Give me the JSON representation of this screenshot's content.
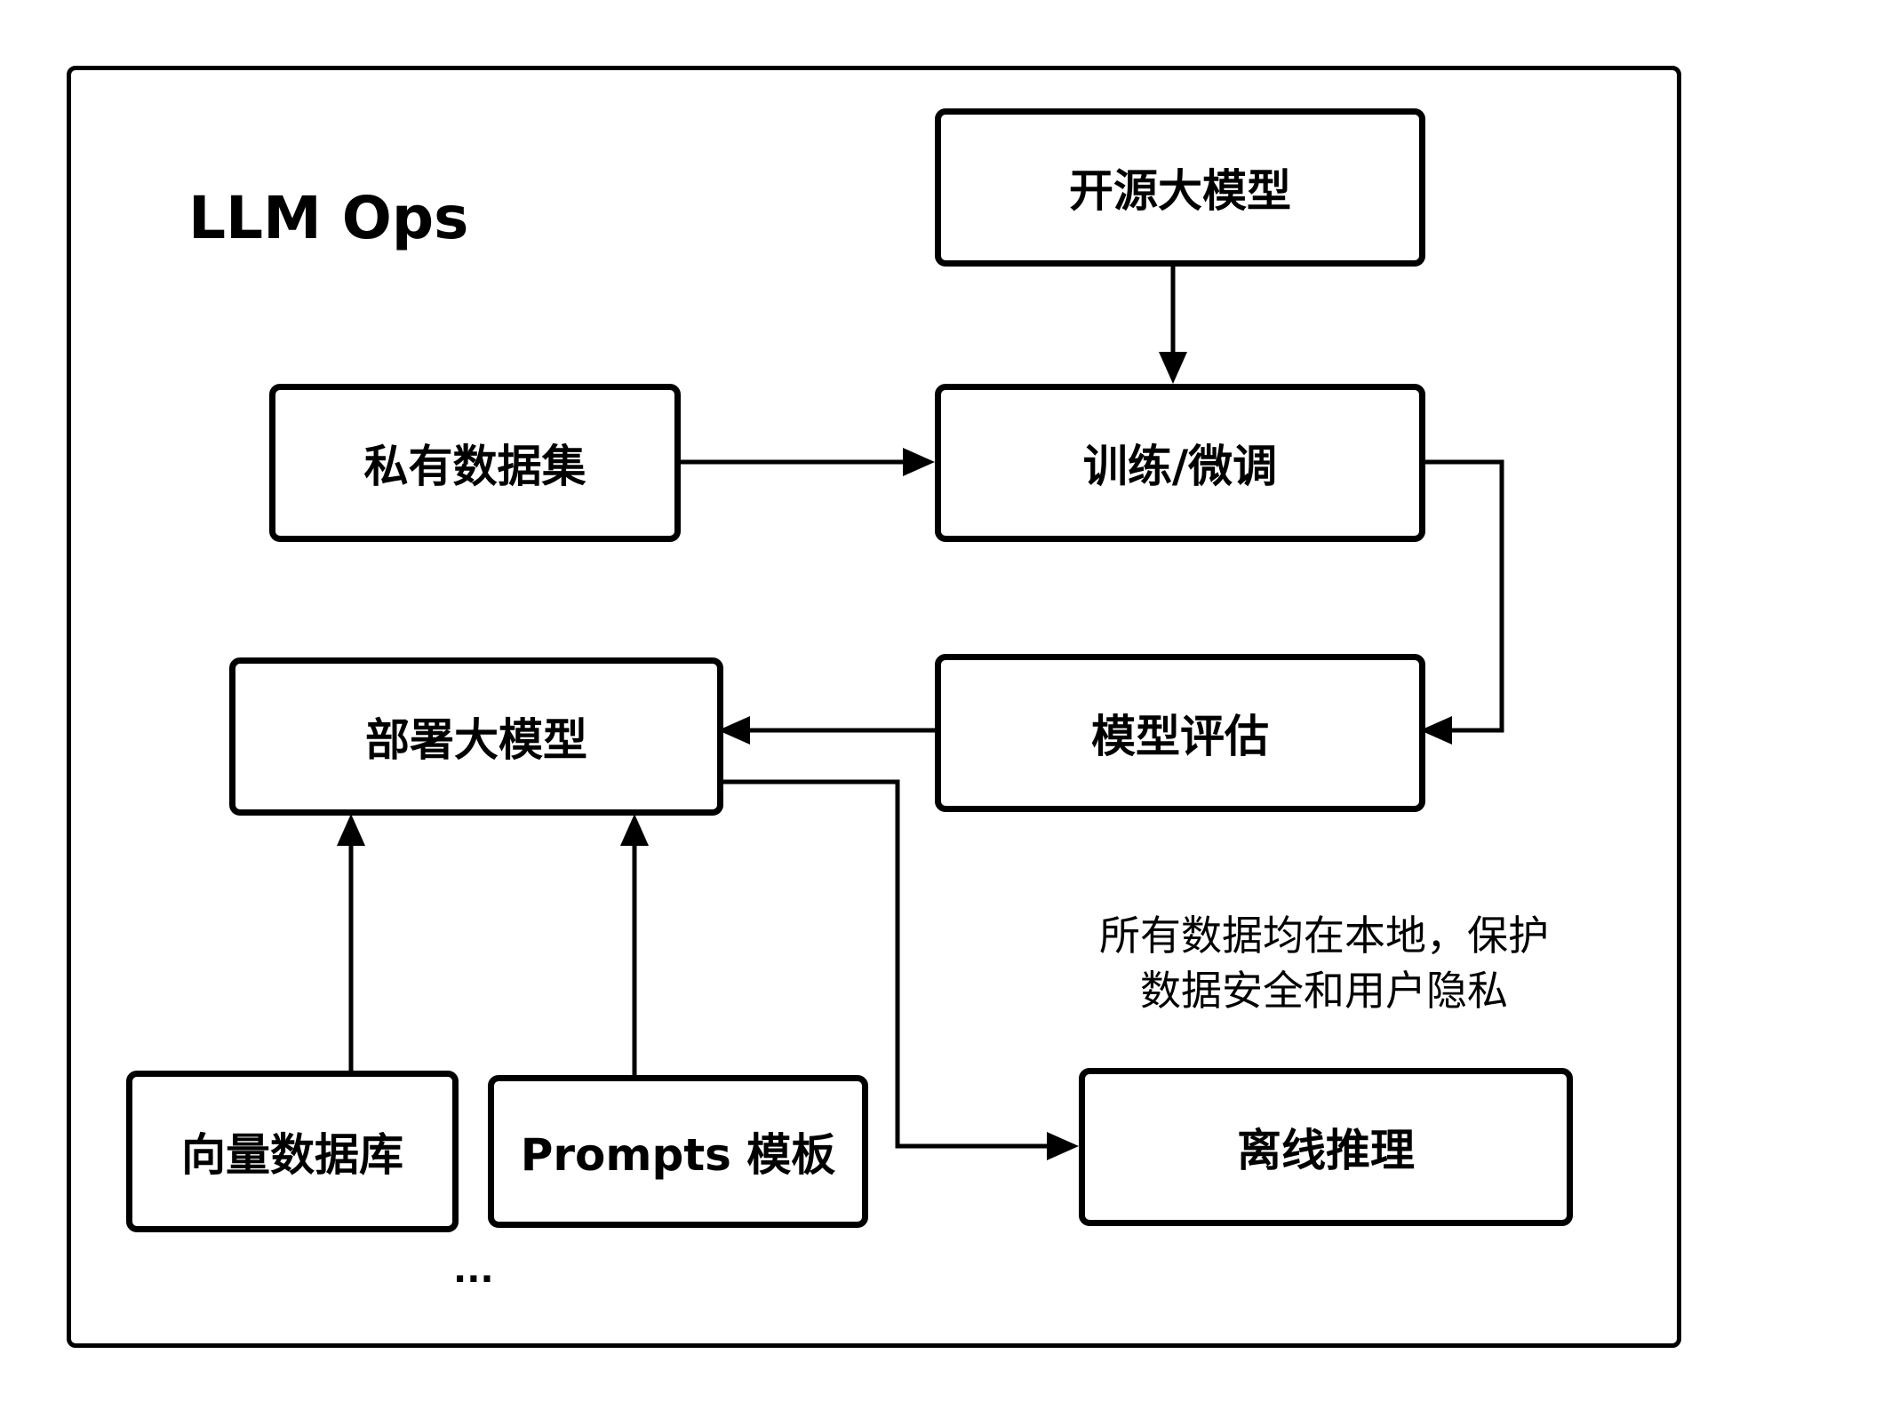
{
  "title": "LLM Ops",
  "nodes": {
    "open_source_llm": "开源大模型",
    "private_dataset": "私有数据集",
    "train_finetune": "训练/微调",
    "model_eval": "模型评估",
    "deploy_llm": "部署大模型",
    "vector_db": "向量数据库",
    "prompts_template": "Prompts 模板",
    "offline_inference": "离线推理"
  },
  "note": {
    "line1": "所有数据均在本地，保护",
    "line2": "数据安全和用户隐私"
  },
  "ellipsis": "..."
}
